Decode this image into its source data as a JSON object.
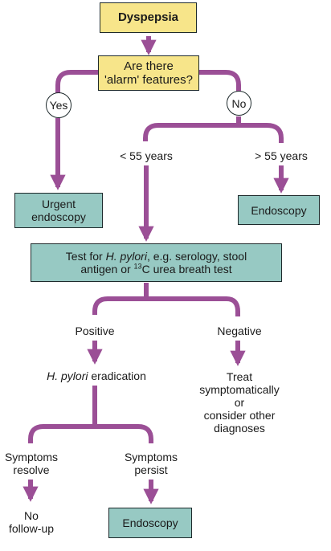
{
  "colors": {
    "arrow": "#9b4f96",
    "teal_box": "#97c9c3",
    "yellow_box": "#f7e58a",
    "outline": "#1e2a2c"
  },
  "nodes": {
    "dyspepsia": "Dyspepsia",
    "alarm_q": {
      "line1": "Are there",
      "line2": "'alarm' features?"
    },
    "yes": "Yes",
    "no": "No",
    "under55": "< 55 years",
    "over55": "> 55 years",
    "urgent": {
      "line1": "Urgent",
      "line2": "endoscopy"
    },
    "endoscopy_top": "Endoscopy",
    "test": {
      "prefix": "Test for ",
      "italic": "H. pylori",
      "suffix": ", e.g. serology, stool",
      "line2_pre": "antigen or ",
      "sup": "13",
      "line2_post": "C urea breath test"
    },
    "positive": "Positive",
    "negative": "Negative",
    "eradication": {
      "italic": "H. pylori",
      "rest": " eradication"
    },
    "treat": {
      "line1": "Treat",
      "line2": "symptomatically",
      "line3": "or",
      "line4": "consider other",
      "line5": "diagnoses"
    },
    "resolve": {
      "line1": "Symptoms",
      "line2": "resolve"
    },
    "persist": {
      "line1": "Symptoms",
      "line2": "persist"
    },
    "no_followup": {
      "line1": "No",
      "line2": "follow-up"
    },
    "endoscopy_bottom": "Endoscopy"
  }
}
